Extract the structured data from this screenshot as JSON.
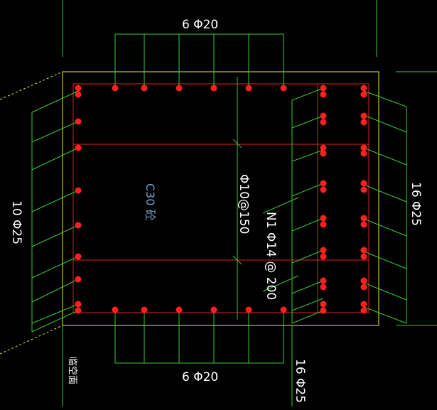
{
  "labels": {
    "top_bars": "6 Φ20",
    "bottom_bars": "6 Φ20",
    "left_bars": "10 Φ25",
    "right_bars": "16 Φ25",
    "right_bottom_bars": "16 Φ25",
    "concrete": "C30 砼",
    "stirrup": "Φ10@150",
    "tie": "N1 Φ14 @ 200",
    "boundary": "临空面"
  },
  "colors": {
    "background": "#000000",
    "rebar_dot": "#ff2020",
    "section_outline": "#e6e640",
    "reinforcement_line": "#e02020",
    "leader_line": "#33cc33",
    "text": "#ffffff",
    "concrete_text": "#6fa0c8"
  }
}
